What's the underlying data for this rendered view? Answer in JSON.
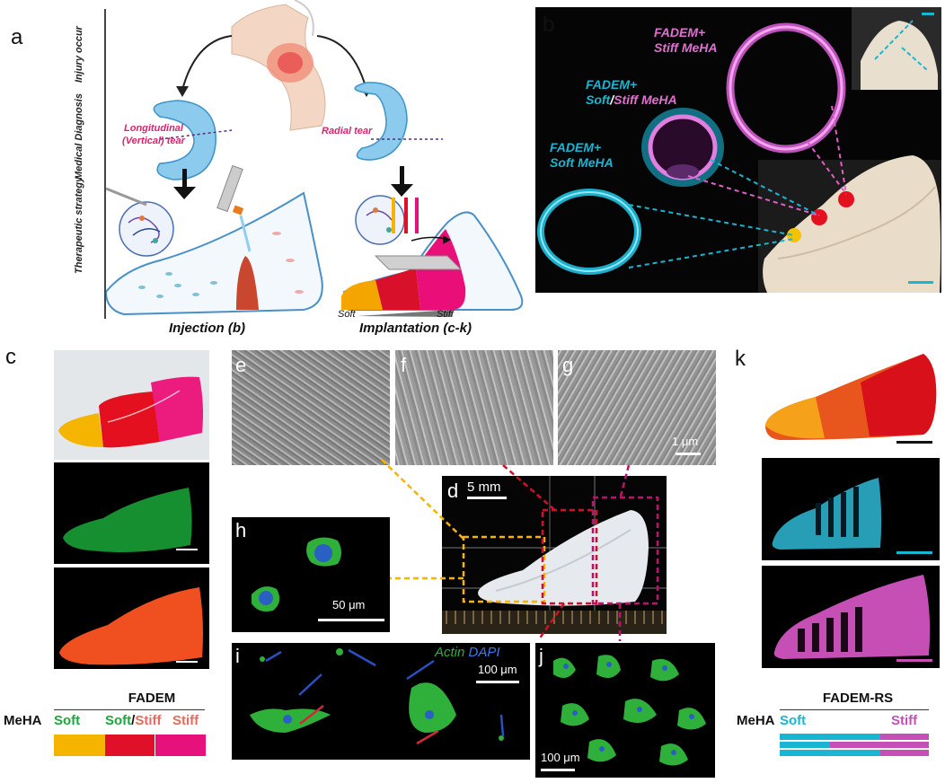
{
  "panels": {
    "a": "a",
    "b": "b",
    "c": "c",
    "d": "d",
    "e": "e",
    "f": "f",
    "g": "g",
    "h": "h",
    "i": "i",
    "j": "j",
    "k": "k"
  },
  "panel_a": {
    "stages": [
      "Injury occur",
      "Medical Diagnosis",
      "Therapeutic strategy"
    ],
    "tear_left": "Longitudinal (Vertical) tear",
    "tear_right": "Radial tear",
    "caption_left": "Injection (b)",
    "caption_right": "Implantation (c-k)",
    "gradient_soft": "Soft",
    "gradient_stiff": "Stiff"
  },
  "panel_b": {
    "stiff_label": "FADEM+ Stiff MeHA",
    "soft_stiff_line1": "FADEM+",
    "soft_stiff_soft": "Soft",
    "soft_stiff_sep": "/",
    "soft_stiff_stiff": "Stiff MeHA",
    "soft_label": "FADEM+ Soft MeHA"
  },
  "scalebars": {
    "d": "5 mm",
    "g": "1 μm",
    "h": "50 μm",
    "i": "100 μm",
    "j": "100 μm"
  },
  "panel_i": {
    "actin": "Actin",
    "dapi": "DAPI"
  },
  "table_c": {
    "title": "FADEM",
    "row_label": "MeHA",
    "col1": "Soft",
    "col2_a": "Soft",
    "col2_sep": "/",
    "col2_b": "Stiff",
    "col3": "Stiff"
  },
  "table_k": {
    "title": "FADEM-RS",
    "row_label": "MeHA",
    "left": "Soft",
    "right": "Stiff"
  },
  "colors": {
    "soft": "#f5b400",
    "mid": "#e0102a",
    "stiff": "#e6117a",
    "green": "#1aa83a",
    "cyan": "#19b6d4",
    "magenta": "#c64fb6"
  }
}
